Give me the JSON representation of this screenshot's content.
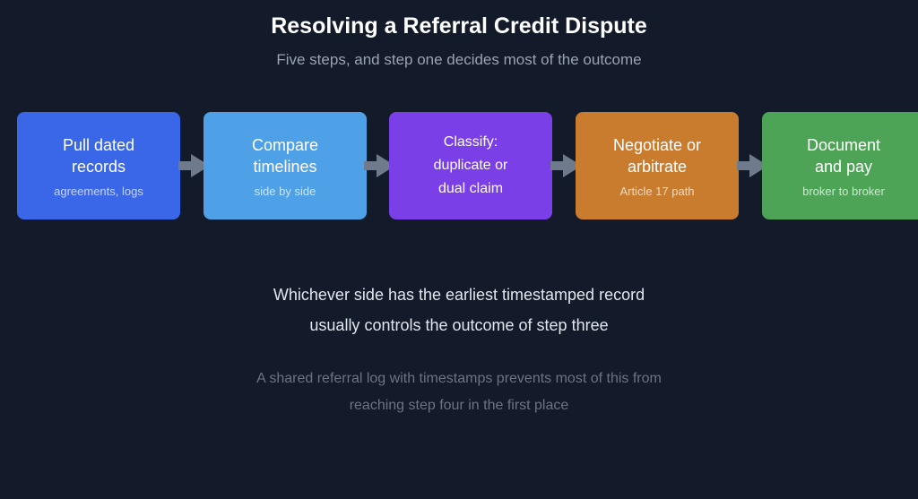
{
  "title": "Resolving a Referral Credit Dispute",
  "subtitle": "Five steps, and step one decides most of the outcome",
  "steps": [
    {
      "title": "Pull dated\nrecords",
      "subtitle": "agreements, logs",
      "color": "#3a66e8"
    },
    {
      "title": "Compare\ntimelines",
      "subtitle": "side by side",
      "color": "#4ea1e6"
    },
    {
      "title": "Classify:\nduplicate or\ndual claim",
      "subtitle": "",
      "color": "#7a3fe6"
    },
    {
      "title": "Negotiate or\narbitrate",
      "subtitle": "Article 17 path",
      "color": "#c97b2e"
    },
    {
      "title": "Document\nand pay",
      "subtitle": "broker to broker",
      "color": "#4da456"
    }
  ],
  "arrow_color": "#6f7a8c",
  "note": {
    "line1": "Whichever side has the earliest timestamped record",
    "line2": "usually controls the outcome of step three"
  },
  "footnote": {
    "line1": "A shared referral log with timestamps prevents most of this from",
    "line2": "reaching step four in the first place"
  }
}
